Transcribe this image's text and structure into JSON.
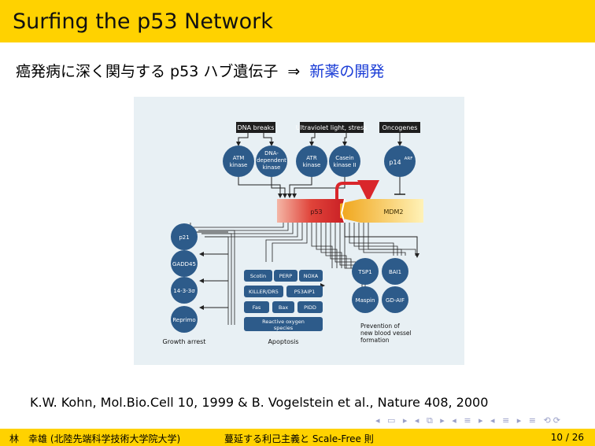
{
  "slide": {
    "title": "Surfing the p53 Network",
    "subtitle_main": "癌発病に深く関与する p53 ハブ遺伝子",
    "subtitle_arrow": "⇒",
    "subtitle_highlight": "新薬の開発",
    "citation": "K.W. Kohn, Mol.Bio.Cell 10, 1999 & B. Vogelstein et al., Nature 408, 2000"
  },
  "figure": {
    "boxes": {
      "dna_breaks": "DNA breaks",
      "uv_stress": "Ultraviolet light, stress",
      "oncogenes": "Oncogenes"
    },
    "kinases": {
      "atm1": "ATM",
      "atm2": "kinase",
      "dna1": "DNA-",
      "dna2": "dependent",
      "dna3": "kinase",
      "atr1": "ATR",
      "atr2": "kinase",
      "cas1": "Casein",
      "cas2": "kinase II",
      "p14": "p14",
      "p14_sup": "ARF"
    },
    "p53": "p53",
    "mdm2": "MDM2",
    "growth": [
      "p21",
      "GADD45",
      "14-3-3σ",
      "Reprimo"
    ],
    "apoptosis": [
      "Scotin",
      "PERP",
      "NOXA",
      "KILLER/DR5",
      "P53AIP1",
      "Fas",
      "Bax",
      "PIDD"
    ],
    "ros1": "Reactive oxygen",
    "ros2": "species",
    "vessel": [
      "TSP1",
      "BAI1",
      "Maspin",
      "GD-AIF"
    ],
    "labels": {
      "growth_arrest": "Growth arrest",
      "apoptosis": "Apoptosis",
      "prev1": "Prevention of",
      "prev2": "new blood vessel",
      "prev3": "formation"
    },
    "colors": {
      "panel_bg": "#e8f0f4",
      "node": "#2d5b8a",
      "p53_red": "#d9262b",
      "mdm2_yellow": "#f2b51a",
      "box_dark": "#1e1e1e"
    }
  },
  "nav": {
    "symbols": "◂ ▭ ▸ ◂ ⧉ ▸ ◂ ≡ ▸ ◂ ≡ ▸ ≡ ⟲⟳"
  },
  "footer": {
    "left": "林　幸雄 (北陸先端科学技術大学院大学)",
    "center": "蔓延する利己主義と Scale-Free 則",
    "page": "10 / 26"
  }
}
